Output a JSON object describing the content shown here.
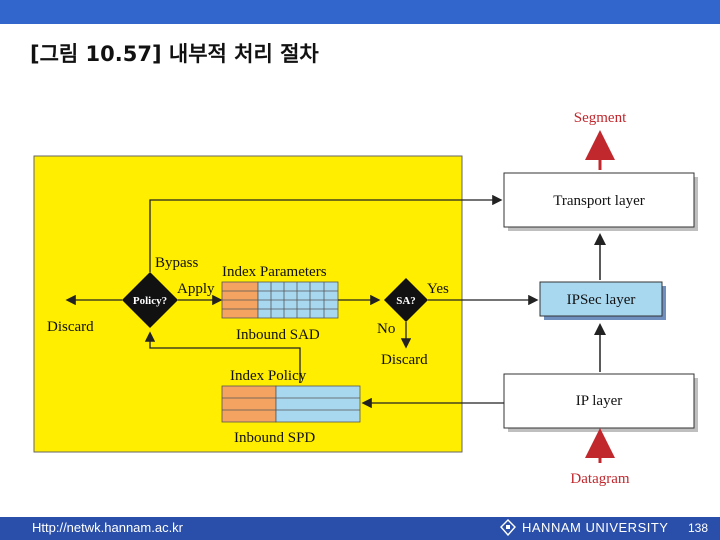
{
  "slide": {
    "title": "[그림 10.57] 내부적 처리 절차",
    "footer_url": "Http://netwk.hannam.ac.kr",
    "footer_university": "HANNAM UNIVERSITY",
    "page_number": "138"
  },
  "diagram": {
    "segment": "Segment",
    "datagram": "Datagram",
    "transport_layer": "Transport layer",
    "ipsec_layer": "IPSec layer",
    "ip_layer": "IP layer",
    "policy": "Policy?",
    "sa": "SA?",
    "bypass": "Bypass",
    "apply": "Apply",
    "discard_left": "Discard",
    "discard_right": "Discard",
    "yes": "Yes",
    "no": "No",
    "index_parameters": "Index Parameters",
    "inbound_sad": "Inbound SAD",
    "index_policy": "Index  Policy",
    "inbound_spd": "Inbound SPD"
  },
  "colors": {
    "panel": "#ffee00",
    "header_bar": "#3366cc",
    "footer_bar": "#2a4faa",
    "ipsec_box": "#a8d8f0",
    "table_orange": "#f4a460",
    "table_blue": "#a8d8f0",
    "arrow_red": "#c0282d"
  }
}
